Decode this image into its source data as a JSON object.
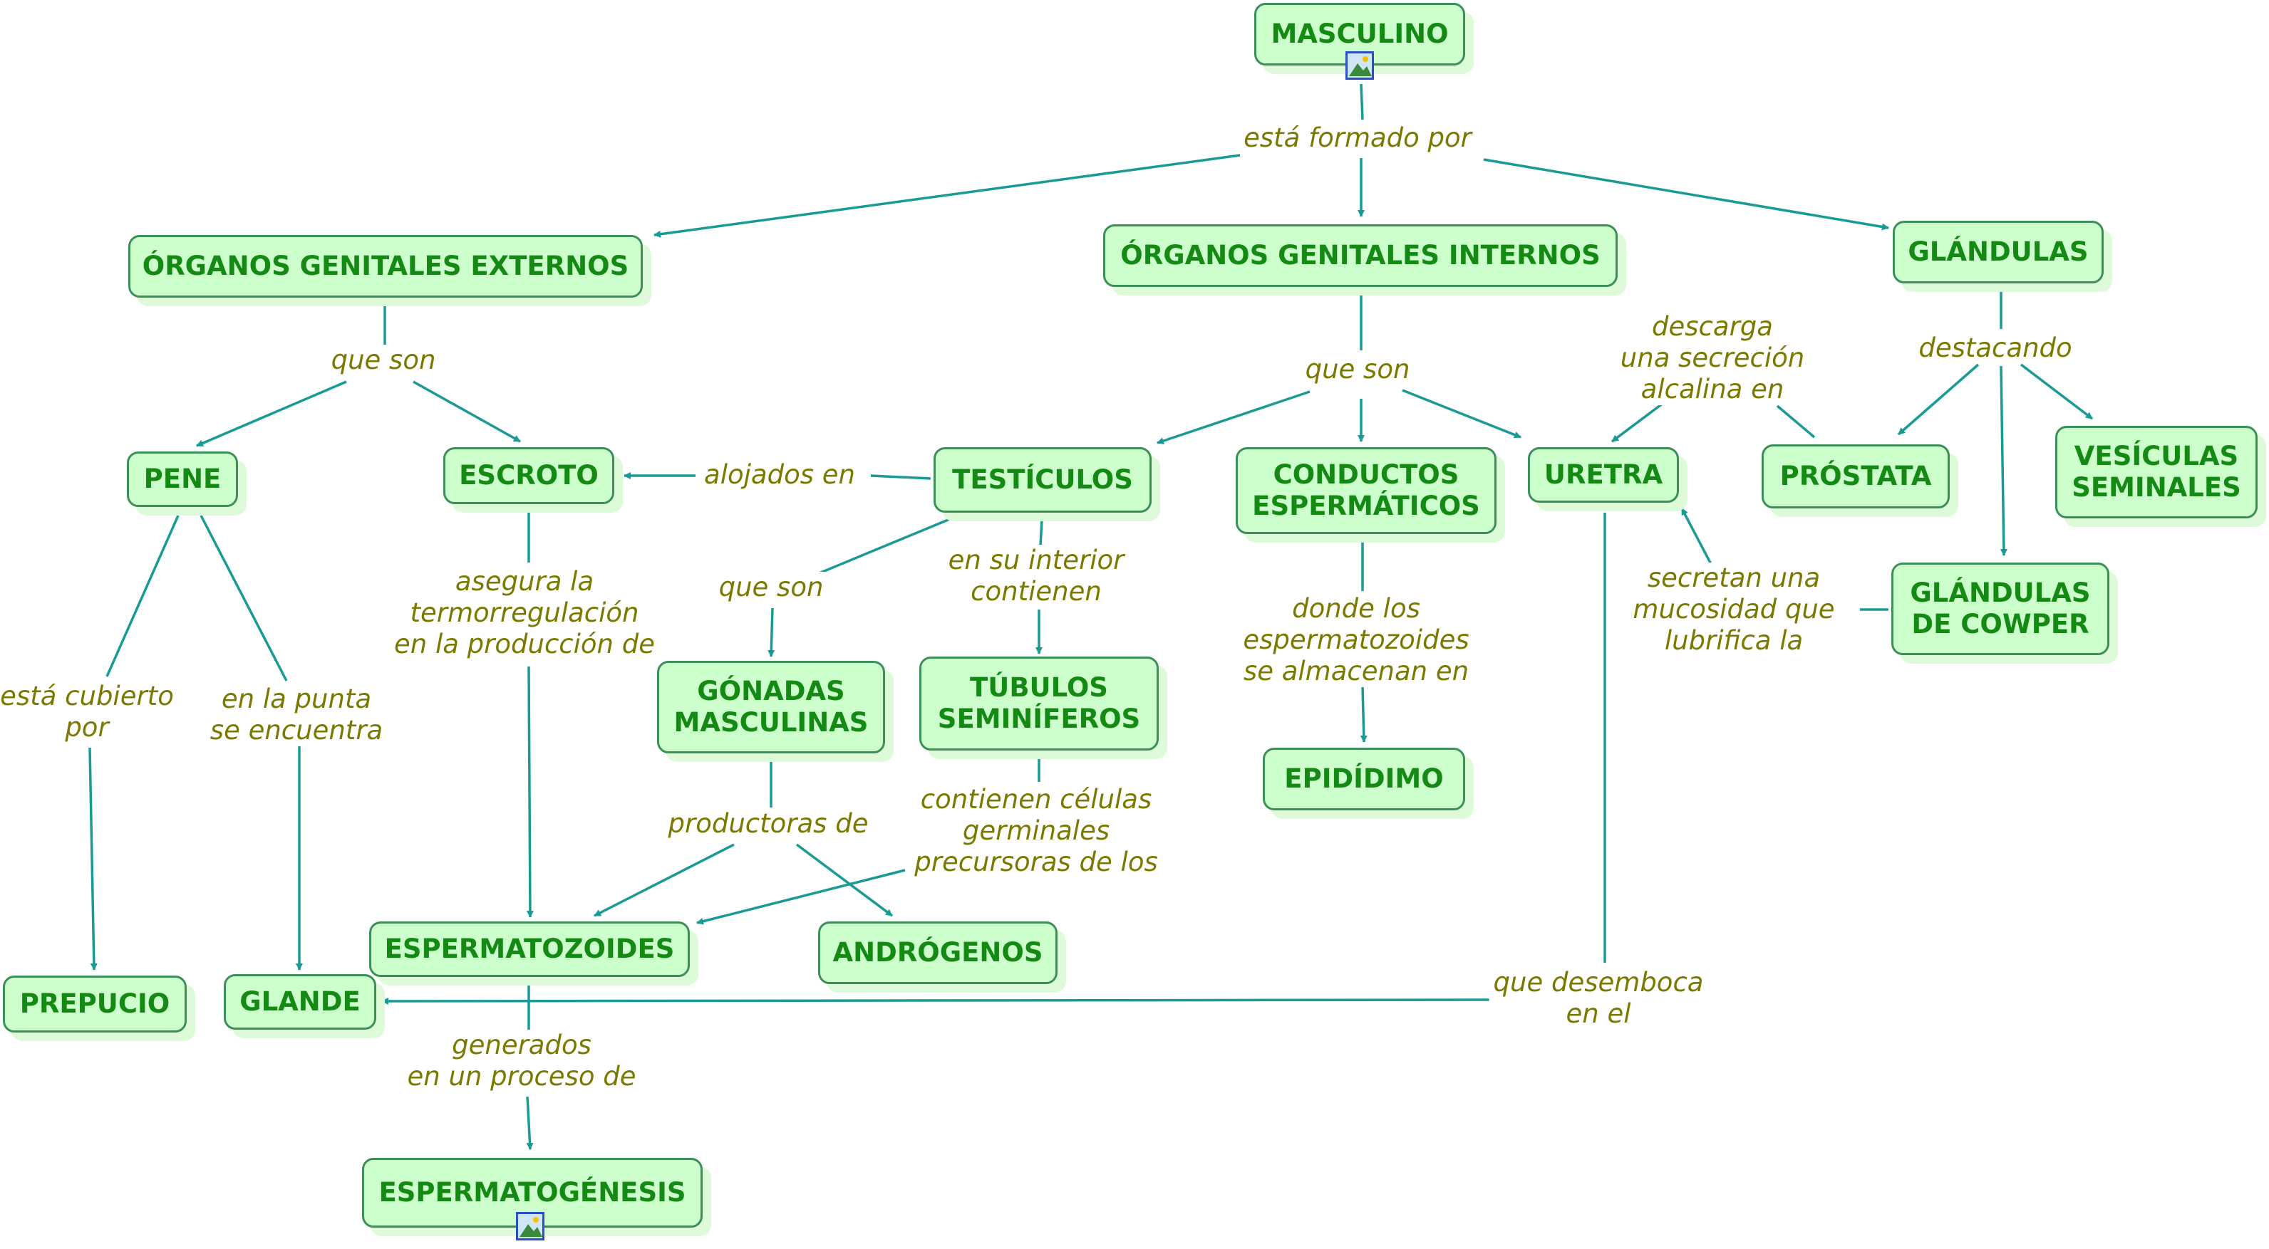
{
  "nodes": {
    "masculino": "MASCULINO",
    "externos": "ÓRGANOS GENITALES EXTERNOS",
    "internos": "ÓRGANOS GENITALES INTERNOS",
    "glandulas": "GLÁNDULAS",
    "pene": "PENE",
    "escroto": "ESCROTO",
    "testiculos": "TESTÍCULOS",
    "conductos": "CONDUCTOS\nESPERMÁTICOS",
    "uretra": "URETRA",
    "prostata": "PRÓSTATA",
    "vesiculas": "VESÍCULAS\nSEMINALES",
    "cowper": "GLÁNDULAS\nDE COWPER",
    "gonadas": "GÓNADAS\nMASCULINAS",
    "tubulos": "TÚBULOS\nSEMINÍFEROS",
    "epididimo": "EPIDÍDIMO",
    "espermatozoides": "ESPERMATOZOIDES",
    "androgenos": "ANDRÓGENOS",
    "prepucio": "PREPUCIO",
    "glande": "GLANDE",
    "espermatogenesis": "ESPERMATOGÉNESIS"
  },
  "links": {
    "formado": "está formado por",
    "queson_ext": "que son",
    "queson_int": "que son",
    "destacando": "destacando",
    "descarga": "descarga\nuna secreción\nalcalina en",
    "alojados": "alojados en",
    "asegura": "asegura la\ntermorregulación\nen la producción de",
    "cubierto": "está cubierto\npor",
    "punta": "en la punta\nse encuentra",
    "queson_test": "que son",
    "interior": "en su interior\ncontienen",
    "donde": "donde los\nespermatozoides\nse almacenan en",
    "secretan": "secretan una\nmucosidad que\nlubrifica la",
    "productoras": "productoras de",
    "contienen": "contienen células\ngerminales\nprecursoras de los",
    "desemboca": "que desemboca\nen el",
    "generados": "generados\nen un proceso de"
  },
  "colors": {
    "node_fill": "#ccffcc",
    "node_border": "#3d8f5a",
    "node_text": "#148a14",
    "link_text": "#7a7a00",
    "arrow": "#1a9a94"
  },
  "icons": {
    "masculino_image": "image-icon",
    "espermatogenesis_image": "image-icon"
  }
}
